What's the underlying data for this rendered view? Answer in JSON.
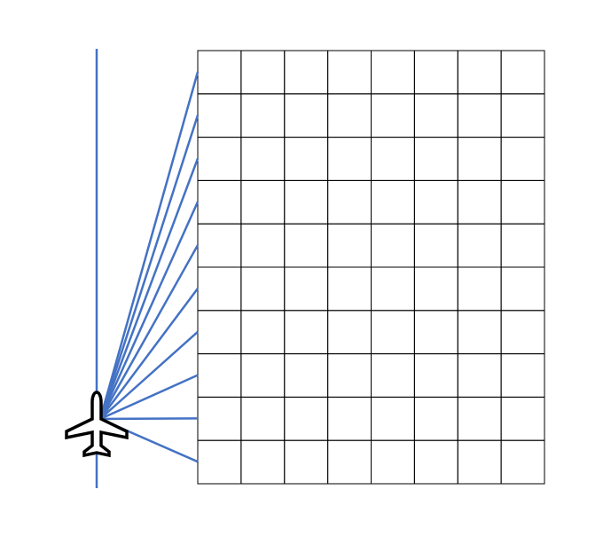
{
  "diagram": {
    "grid": {
      "rows": 10,
      "cols": 8,
      "line_color": "#000000"
    },
    "flight_path": {
      "color": "#4472C4"
    },
    "rays": {
      "count": 10,
      "color": "#4472C4"
    },
    "aircraft": {
      "icon": "airplane-icon",
      "fill": "#ffffff",
      "stroke": "#000000"
    }
  }
}
